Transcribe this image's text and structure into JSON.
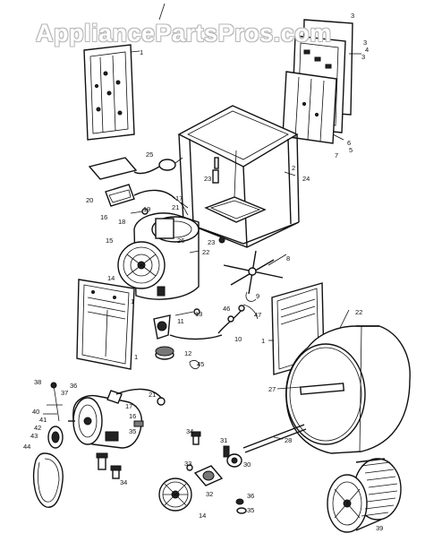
{
  "watermark": "AppliancePartsPros.com",
  "callouts": [
    {
      "id": "c1a",
      "text": "1"
    },
    {
      "id": "c3a",
      "text": "3"
    },
    {
      "id": "c3b",
      "text": "3"
    },
    {
      "id": "c3c",
      "text": "3"
    },
    {
      "id": "c4",
      "text": "4"
    },
    {
      "id": "c5",
      "text": "5"
    },
    {
      "id": "c6",
      "text": "6"
    },
    {
      "id": "c7",
      "text": "7"
    },
    {
      "id": "c25",
      "text": "25"
    },
    {
      "id": "c23",
      "text": "23"
    },
    {
      "id": "c2",
      "text": "2"
    },
    {
      "id": "c24",
      "text": "24"
    },
    {
      "id": "c20",
      "text": "20"
    },
    {
      "id": "c17a",
      "text": "17"
    },
    {
      "id": "c21a",
      "text": "21"
    },
    {
      "id": "c19",
      "text": "19"
    },
    {
      "id": "c16a",
      "text": "16"
    },
    {
      "id": "c18",
      "text": "18"
    },
    {
      "id": "c15",
      "text": "15"
    },
    {
      "id": "c26",
      "text": "26"
    },
    {
      "id": "c23b",
      "text": "23"
    },
    {
      "id": "c22a",
      "text": "22"
    },
    {
      "id": "c14a",
      "text": "14"
    },
    {
      "id": "c8",
      "text": "8"
    },
    {
      "id": "c9",
      "text": "9"
    },
    {
      "id": "c1b",
      "text": "1"
    },
    {
      "id": "c11",
      "text": "11"
    },
    {
      "id": "c13",
      "text": "13"
    },
    {
      "id": "c10",
      "text": "10"
    },
    {
      "id": "c46",
      "text": "46"
    },
    {
      "id": "c47",
      "text": "47"
    },
    {
      "id": "c1c",
      "text": "1"
    },
    {
      "id": "c22b",
      "text": "22"
    },
    {
      "id": "c12",
      "text": "12"
    },
    {
      "id": "c45",
      "text": "45"
    },
    {
      "id": "c1d",
      "text": "1"
    },
    {
      "id": "c27",
      "text": "27"
    },
    {
      "id": "c38",
      "text": "38"
    },
    {
      "id": "c37",
      "text": "37"
    },
    {
      "id": "c36a",
      "text": "36"
    },
    {
      "id": "c40",
      "text": "40"
    },
    {
      "id": "c41",
      "text": "41"
    },
    {
      "id": "c42",
      "text": "42"
    },
    {
      "id": "c17b",
      "text": "17"
    },
    {
      "id": "c16b",
      "text": "16"
    },
    {
      "id": "c21b",
      "text": "21"
    },
    {
      "id": "c35a",
      "text": "35"
    },
    {
      "id": "c43",
      "text": "43"
    },
    {
      "id": "c44",
      "text": "44"
    },
    {
      "id": "c34a",
      "text": "34"
    },
    {
      "id": "c31",
      "text": "31"
    },
    {
      "id": "c28",
      "text": "28"
    },
    {
      "id": "c30",
      "text": "30"
    },
    {
      "id": "c33",
      "text": "33"
    },
    {
      "id": "c32",
      "text": "32"
    },
    {
      "id": "c34b",
      "text": "34"
    },
    {
      "id": "c14b",
      "text": "14"
    },
    {
      "id": "c36b",
      "text": "36"
    },
    {
      "id": "c35b",
      "text": "35"
    },
    {
      "id": "c39",
      "text": "39"
    }
  ]
}
